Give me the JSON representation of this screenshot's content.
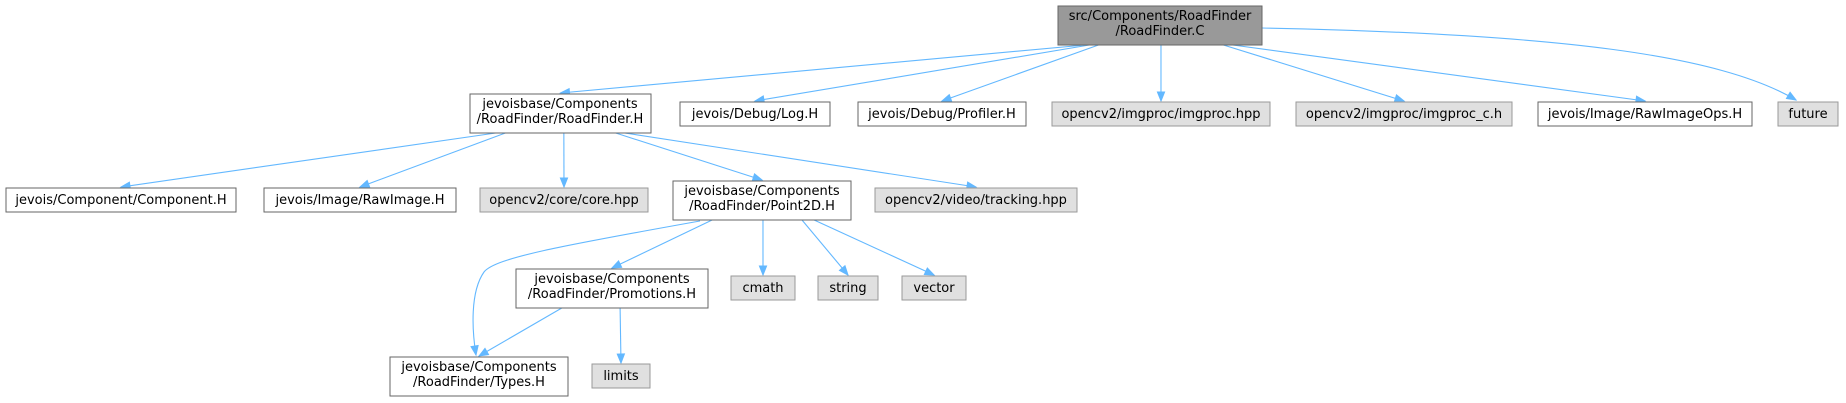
{
  "graph": {
    "colors": {
      "edge": "#63b8ff",
      "root_fill": "#999999",
      "file_fill": "#ffffff",
      "system_fill": "#e0e0e0",
      "border": "#666666"
    },
    "nodes": {
      "roadfinder_c": {
        "lines": [
          "src/Components/RoadFinder",
          "/RoadFinder.C"
        ],
        "kind": "root"
      },
      "roadfinder_h": {
        "lines": [
          "jevoisbase/Components",
          "/RoadFinder/RoadFinder.H"
        ],
        "kind": "file"
      },
      "log_h": {
        "lines": [
          "jevois/Debug/Log.H"
        ],
        "kind": "file"
      },
      "profiler_h": {
        "lines": [
          "jevois/Debug/Profiler.H"
        ],
        "kind": "file"
      },
      "imgproc_hpp": {
        "lines": [
          "opencv2/imgproc/imgproc.hpp"
        ],
        "kind": "sys"
      },
      "imgproc_c_h": {
        "lines": [
          "opencv2/imgproc/imgproc_c.h"
        ],
        "kind": "sys"
      },
      "rawimageops_h": {
        "lines": [
          "jevois/Image/RawImageOps.H"
        ],
        "kind": "file"
      },
      "future": {
        "lines": [
          "future"
        ],
        "kind": "sys"
      },
      "component_h": {
        "lines": [
          "jevois/Component/Component.H"
        ],
        "kind": "file"
      },
      "rawimage_h": {
        "lines": [
          "jevois/Image/RawImage.H"
        ],
        "kind": "file"
      },
      "core_hpp": {
        "lines": [
          "opencv2/core/core.hpp"
        ],
        "kind": "sys"
      },
      "point2d_h": {
        "lines": [
          "jevoisbase/Components",
          "/RoadFinder/Point2D.H"
        ],
        "kind": "file"
      },
      "tracking_hpp": {
        "lines": [
          "opencv2/video/tracking.hpp"
        ],
        "kind": "sys"
      },
      "promotions_h": {
        "lines": [
          "jevoisbase/Components",
          "/RoadFinder/Promotions.H"
        ],
        "kind": "file"
      },
      "cmath": {
        "lines": [
          "cmath"
        ],
        "kind": "sys"
      },
      "string": {
        "lines": [
          "string"
        ],
        "kind": "sys"
      },
      "vector": {
        "lines": [
          "vector"
        ],
        "kind": "sys"
      },
      "types_h": {
        "lines": [
          "jevoisbase/Components",
          "/RoadFinder/Types.H"
        ],
        "kind": "file"
      },
      "limits": {
        "lines": [
          "limits"
        ],
        "kind": "sys"
      }
    },
    "edges": [
      [
        "roadfinder_c",
        "roadfinder_h"
      ],
      [
        "roadfinder_c",
        "log_h"
      ],
      [
        "roadfinder_c",
        "profiler_h"
      ],
      [
        "roadfinder_c",
        "imgproc_hpp"
      ],
      [
        "roadfinder_c",
        "imgproc_c_h"
      ],
      [
        "roadfinder_c",
        "rawimageops_h"
      ],
      [
        "roadfinder_c",
        "future"
      ],
      [
        "roadfinder_h",
        "component_h"
      ],
      [
        "roadfinder_h",
        "rawimage_h"
      ],
      [
        "roadfinder_h",
        "core_hpp"
      ],
      [
        "roadfinder_h",
        "point2d_h"
      ],
      [
        "roadfinder_h",
        "tracking_hpp"
      ],
      [
        "point2d_h",
        "types_h"
      ],
      [
        "point2d_h",
        "promotions_h"
      ],
      [
        "point2d_h",
        "cmath"
      ],
      [
        "point2d_h",
        "string"
      ],
      [
        "point2d_h",
        "vector"
      ],
      [
        "promotions_h",
        "types_h"
      ],
      [
        "promotions_h",
        "limits"
      ]
    ]
  }
}
